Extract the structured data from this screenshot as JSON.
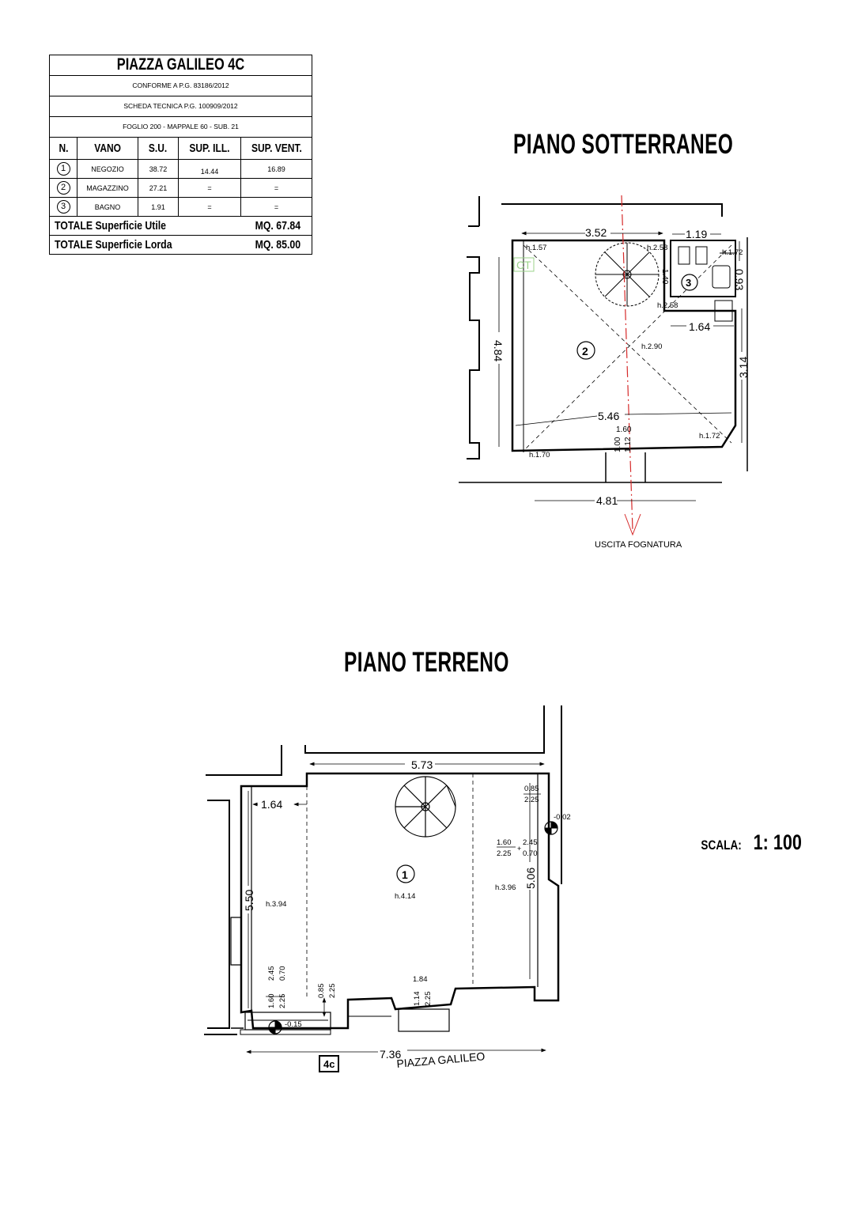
{
  "table": {
    "title": "PIAZZA GALILEO 4C",
    "lines": [
      "CONFORME A P.G. 83186/2012",
      "SCHEDA TECNICA P.G. 100909/2012",
      "FOGLIO 200 - MAPPALE 60 - SUB. 21"
    ],
    "headers": [
      "N.",
      "VANO",
      "S.U.",
      "SUP. ILL.",
      "SUP. VENT."
    ],
    "rows": [
      {
        "n": "1",
        "vano": "NEGOZIO",
        "su": "38.72",
        "ill": "14.44",
        "vent": "16.89"
      },
      {
        "n": "2",
        "vano": "MAGAZZINO",
        "su": "27.21",
        "ill": "=",
        "vent": "="
      },
      {
        "n": "3",
        "vano": "BAGNO",
        "su": "1.91",
        "ill": "=",
        "vent": "="
      }
    ],
    "totals": [
      {
        "label": "TOTALE Superficie Utile",
        "value": "MQ. 67.84"
      },
      {
        "label": "TOTALE Superficie Lorda",
        "value": "MQ.  85.00"
      }
    ]
  },
  "basement": {
    "heading": "PIANO SOTTERRANEO",
    "dims": {
      "d352": "3.52",
      "d119": "1.19",
      "d484": "4.84",
      "d093": "0.93",
      "d164": "1.64",
      "d314": "3.14",
      "d546": "5.46",
      "d160": "1.60",
      "d100": "1.00",
      "d112": "1.12",
      "d481": "4.81"
    },
    "heights": {
      "h157": "h.1.57",
      "h258a": "h.2.58",
      "h172a": "h.1.72",
      "h258b": "h.2.58",
      "h290": "h.2.90",
      "h172b": "h.1.72",
      "h170": "h.1.70"
    },
    "rooms": {
      "r2": "2",
      "r3": "3"
    },
    "ct": "CT",
    "stair_label": "1.40",
    "sewer": "USCITA FOGNATURA"
  },
  "ground": {
    "heading": "PIANO TERRENO",
    "dims": {
      "d573": "5.73",
      "d164": "1.64",
      "d550": "5.50",
      "d506": "5.06",
      "d736": "7.36",
      "d184": "1.84"
    },
    "heights": {
      "h394": "h.3.94",
      "h414": "h.4.14",
      "h396": "h.3.96"
    },
    "fractions": {
      "r_top_num": "0.85",
      "r_top_den": "2.25",
      "r_mid_a_num": "1.60",
      "r_mid_a_den": "2.25",
      "r_mid_b_num": "2.45",
      "r_mid_b_den": "0.70",
      "b1_a": "1.60",
      "b1_b": "2.25",
      "b1_c": "2.45",
      "b1_d": "0.70",
      "b2_a": "0.85",
      "b2_b": "2.25",
      "b3_a": "1.14",
      "b3_b": "2.25"
    },
    "levels": {
      "l1": "-0.02",
      "l2": "-0.15"
    },
    "room": "1",
    "street": "PIAZZA GALILEO",
    "civic": "4c"
  },
  "scale": {
    "label": "SCALA:",
    "value": "1: 100"
  }
}
